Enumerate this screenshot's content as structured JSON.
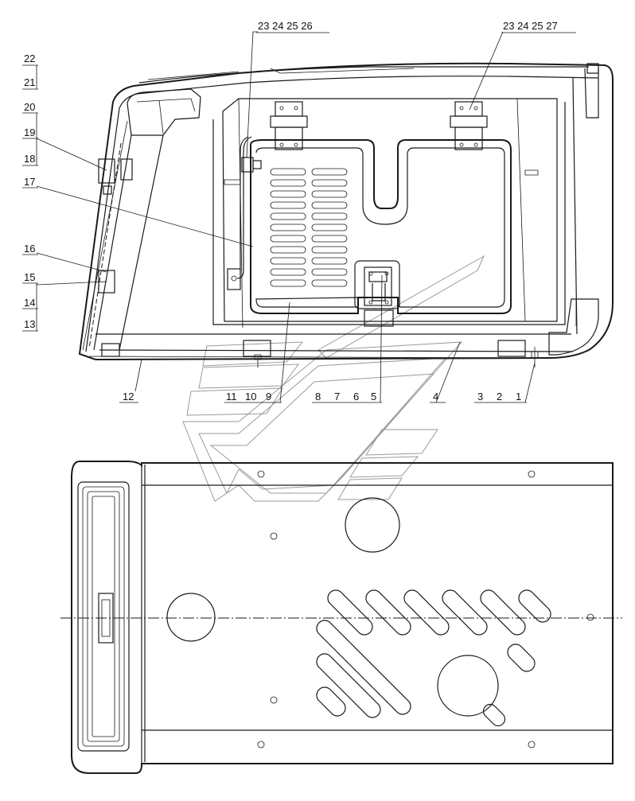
{
  "callouts": {
    "c1": "1",
    "c2": "2",
    "c3": "3",
    "c4": "4",
    "c5": "5",
    "c6": "6",
    "c7": "7",
    "c8": "8",
    "c9": "9",
    "c10": "10",
    "c11": "11",
    "c12": "12",
    "c13": "13",
    "c14": "14",
    "c15": "15",
    "c16": "16",
    "c17": "17",
    "c18": "18",
    "c19": "19",
    "c20": "20",
    "c21": "21",
    "c22": "22",
    "top_left_group": "23  24  25  26",
    "top_right_group": "23  24  25  27"
  },
  "colors": {
    "line": "#1a1a1a",
    "watermark": "#9a9a9a",
    "background": "#ffffff"
  }
}
